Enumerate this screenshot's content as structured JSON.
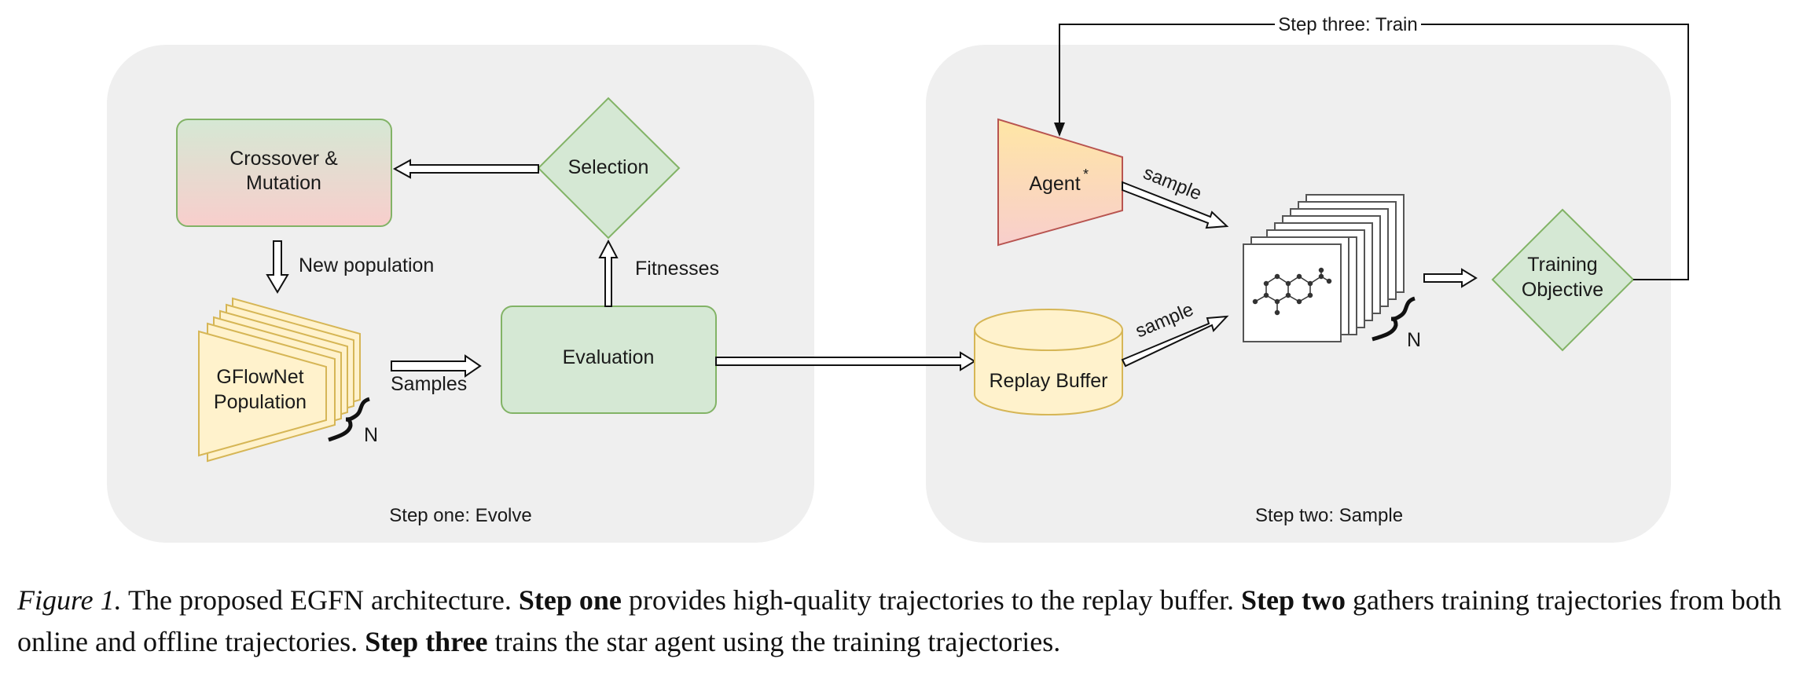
{
  "diagram": {
    "panels": {
      "evolve": "Step one: Evolve",
      "sample": "Step two: Sample"
    },
    "nodes": {
      "crossover_line1": "Crossover &",
      "crossover_line2": "Mutation",
      "selection": "Selection",
      "gflownet_line1": "GFlowNet",
      "gflownet_line2": "Population",
      "evaluation": "Evaluation",
      "agent": "Agent",
      "agent_superscript": "*",
      "replay_buffer": "Replay Buffer",
      "training_line1": "Training",
      "training_line2": "Objective"
    },
    "edges": {
      "new_population": "New population",
      "fitnesses": "Fitnesses",
      "samples": "Samples",
      "sample_agent": "sample",
      "sample_buffer": "sample",
      "train": "Step three: Train"
    },
    "brace_labels": {
      "population_n": "N",
      "trajectories_n": "N"
    },
    "colors": {
      "panel": "#efefef",
      "green_fill": "#d5e8d4",
      "green_stroke": "#82b366",
      "yellow_fill": "#fff2cc",
      "yellow_stroke": "#d6b656",
      "red_fill": "#f8cecc",
      "red_stroke": "#b85450",
      "orange_fill": "#ffe6a5"
    }
  },
  "caption": {
    "figure_label": "Figure 1.",
    "part1": " The proposed EGFN architecture. ",
    "bold1": "Step one",
    "part2": " provides high-quality trajectories to the replay buffer. ",
    "bold2": "Step two",
    "part3": " gathers training trajectories from both online and offline trajectories. ",
    "bold3": "Step three",
    "part4": " trains the star agent using the training trajectories."
  }
}
